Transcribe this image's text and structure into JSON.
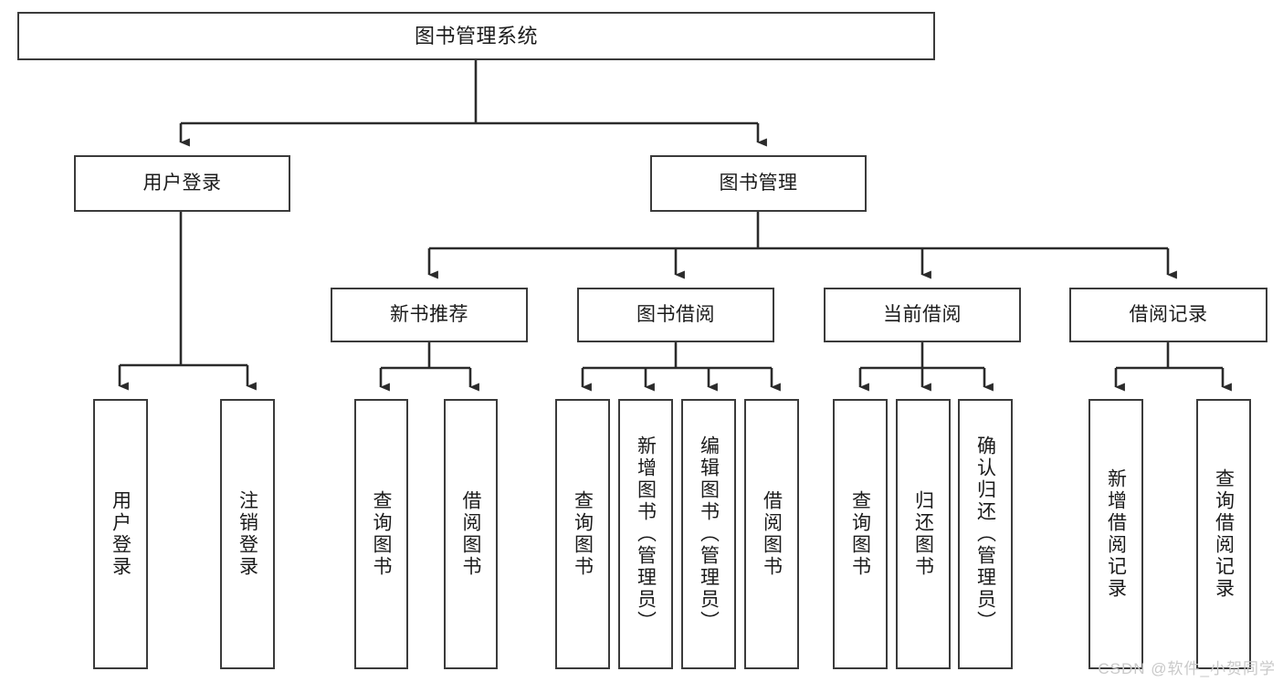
{
  "diagram": {
    "title": "图书管理系统",
    "type": "hierarchy-tree",
    "colors": {
      "box_border": "#3b3b3b",
      "box_fill": "#ffffff",
      "edge": "#2b2b2b",
      "text": "#1b1b1b",
      "watermark": "#c9c9c9"
    },
    "nodes": {
      "root": {
        "label": "图书管理系统"
      },
      "level2": [
        {
          "label": "用户登录"
        },
        {
          "label": "图书管理"
        }
      ],
      "level3": [
        {
          "label": "新书推荐"
        },
        {
          "label": "图书借阅"
        },
        {
          "label": "当前借阅"
        },
        {
          "label": "借阅记录"
        }
      ],
      "leaves": {
        "user_login": [
          {
            "label": "用户登录"
          },
          {
            "label": "注销登录"
          }
        ],
        "new_book_recommend": [
          {
            "label": "查询图书"
          },
          {
            "label": "借阅图书"
          }
        ],
        "book_borrow": [
          {
            "label": "查询图书"
          },
          {
            "label": "新增图书（管理员）"
          },
          {
            "label": "编辑图书（管理员）"
          },
          {
            "label": "借阅图书"
          }
        ],
        "current_borrow": [
          {
            "label": "查询图书"
          },
          {
            "label": "归还图书"
          },
          {
            "label": "确认归还（管理员）"
          }
        ],
        "borrow_records": [
          {
            "label": "新增借阅记录"
          },
          {
            "label": "查询借阅记录"
          }
        ]
      }
    },
    "watermark": "CSDN @软件_小贺同学"
  }
}
